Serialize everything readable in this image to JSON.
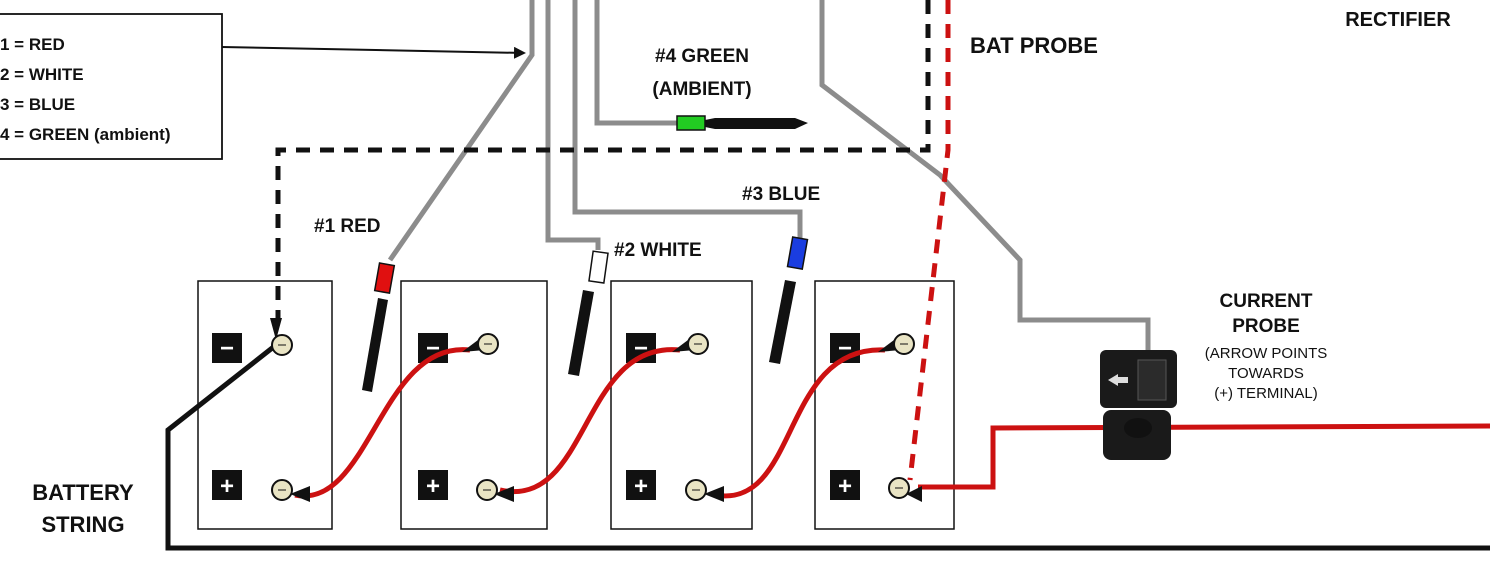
{
  "legend": {
    "lines": [
      "1 = RED",
      "2 = WHITE",
      "3 = BLUE",
      "4 = GREEN (ambient)"
    ]
  },
  "labels": {
    "rectifier": "RECTIFIER",
    "bat_probe": "BAT PROBE",
    "green_probe_line1": "#4 GREEN",
    "green_probe_line2": "(AMBIENT)",
    "probe_red": "#1 RED",
    "probe_white": "#2 WHITE",
    "probe_blue": "#3 BLUE",
    "current_probe_line1": "CURRENT",
    "current_probe_line2": "PROBE",
    "current_probe_note1": "(ARROW POINTS",
    "current_probe_note2": "TOWARDS",
    "current_probe_note3": "(+) TERMINAL)",
    "battery_string_line1": "BATTERY",
    "battery_string_line2": "STRING"
  },
  "terminal_symbols": {
    "negative": "−",
    "positive": "+"
  },
  "colors": {
    "sense_wire": "#8c8c8c",
    "cable_red": "#cc1111",
    "cable_black": "#111111",
    "probe_red": "#e01010",
    "probe_white": "#ffffff",
    "probe_blue": "#1a3de0",
    "probe_green": "#22cc22",
    "dashed_red": "#cc1111",
    "terminal_brass": "#e9e4c4"
  }
}
